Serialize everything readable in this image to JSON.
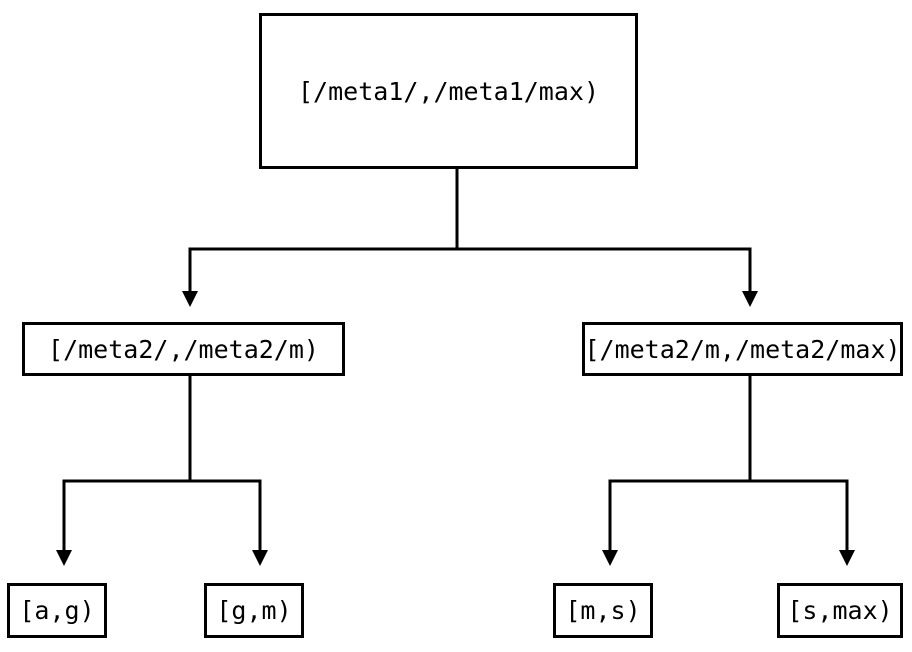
{
  "diagram": {
    "type": "tree",
    "background_color": "#ffffff",
    "line_color": "#000000",
    "nodes": {
      "root": {
        "label": "[/meta1/,/meta1/max)"
      },
      "left_child": {
        "label": "[/meta2/,/meta2/m)"
      },
      "right_child": {
        "label": "[/meta2/m,/meta2/max)"
      },
      "leaf_a_g": {
        "label": "[a,g)"
      },
      "leaf_g_m": {
        "label": "[g,m)"
      },
      "leaf_m_s": {
        "label": "[m,s)"
      },
      "leaf_s_max": {
        "label": "[s,max)"
      }
    },
    "edges": [
      {
        "from": "root",
        "to": "left_child"
      },
      {
        "from": "root",
        "to": "right_child"
      },
      {
        "from": "left_child",
        "to": "leaf_a_g"
      },
      {
        "from": "left_child",
        "to": "leaf_g_m"
      },
      {
        "from": "right_child",
        "to": "leaf_m_s"
      },
      {
        "from": "right_child",
        "to": "leaf_s_max"
      }
    ]
  }
}
